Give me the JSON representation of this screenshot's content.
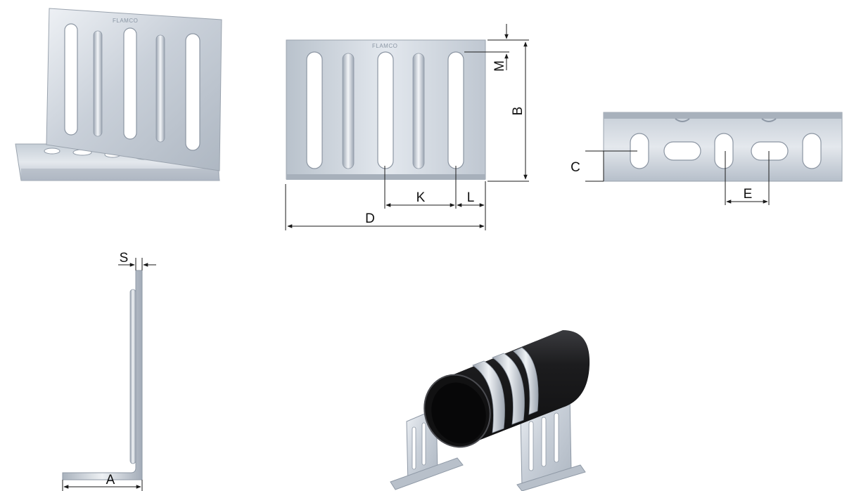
{
  "brand_mark": "FLAMCO",
  "dimension_labels": {
    "A": "A",
    "B": "B",
    "C": "C",
    "D": "D",
    "E": "E",
    "K": "K",
    "L": "L",
    "M": "M",
    "S": "S"
  },
  "colors": {
    "steel_light": "#dde3ea",
    "steel_mid": "#b7c0cb",
    "steel_dark": "#8e98a5",
    "pipe_black": "#1e1e20",
    "clamp_band": "#c9ced6",
    "line": "#1a1a1a"
  }
}
